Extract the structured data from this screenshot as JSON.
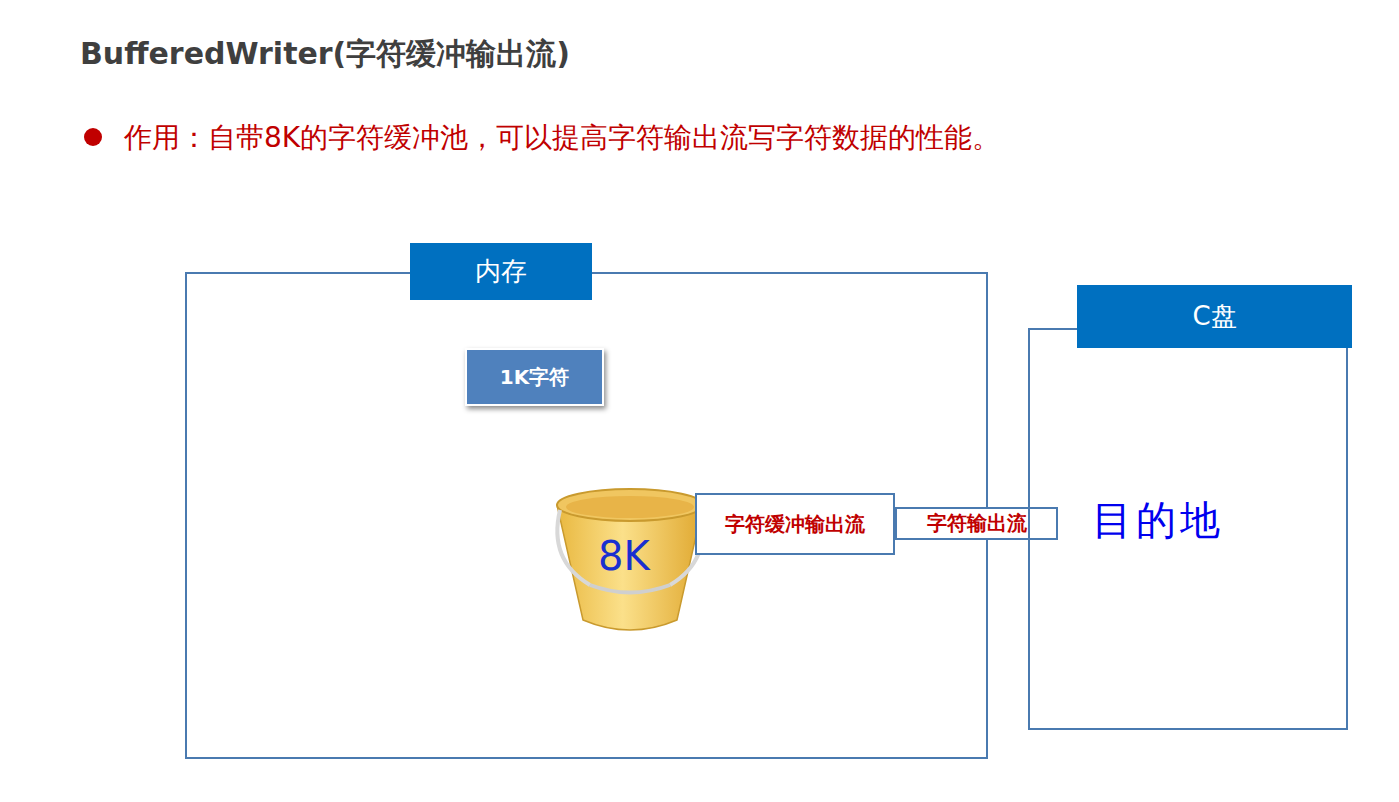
{
  "diagram": {
    "title": "BufferedWriter(字符缓冲输出流)",
    "nodes": [
      {
        "text": [
          "内存"
        ]
      },
      {
        "text": [
          "1K字符"
        ],
        "in": 0
      },
      {
        "text": [
          "字符缓冲输出流"
        ],
        "in": 0
      },
      {
        "text": [
          "字符输出流"
        ]
      },
      {
        "text": [
          "C盘",
          "目的地"
        ]
      }
    ],
    "labels": [
      "作用：自带8K的字符缓冲池，可以提高字符输出流写字符数据的性能。",
      "8K"
    ]
  }
}
